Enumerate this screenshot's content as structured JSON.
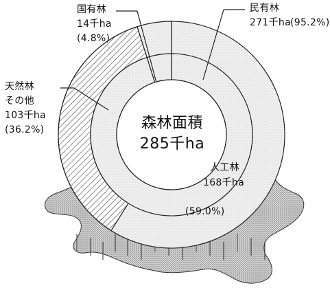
{
  "chart_data": [
    {
      "type": "pie",
      "name": "ownership",
      "categories": [
        "民有林",
        "国有林"
      ],
      "values": [
        271,
        14
      ],
      "percent": [
        95.2,
        4.8
      ],
      "unit": "千ha",
      "labels": [
        {
          "name": "民有林",
          "value": "271千ha",
          "percent": "(95.2%)"
        },
        {
          "name": "国有林",
          "value": "14千ha",
          "percent": "(4.8%)"
        }
      ]
    },
    {
      "type": "pie",
      "name": "forest-type",
      "categories": [
        "人工林",
        "天然林その他"
      ],
      "values": [
        168,
        103
      ],
      "percent": [
        59.0,
        36.2
      ],
      "unit": "千ha",
      "labels": [
        {
          "name": "人工林",
          "value": "168千ha",
          "percent": "(59.0%)"
        },
        {
          "name_line1": "天然林",
          "name_line2": "その他",
          "value": "103千ha",
          "percent": "(36.2%)"
        }
      ]
    }
  ],
  "center": {
    "line1": "森林面積",
    "line2": "285千ha"
  },
  "colors": {
    "stipple_bg": "#f2f2f2",
    "stipple_dot": "#9a9a9a",
    "dark_dot": "#8a8a8a",
    "hatch": "#333333",
    "outline": "#222222"
  }
}
